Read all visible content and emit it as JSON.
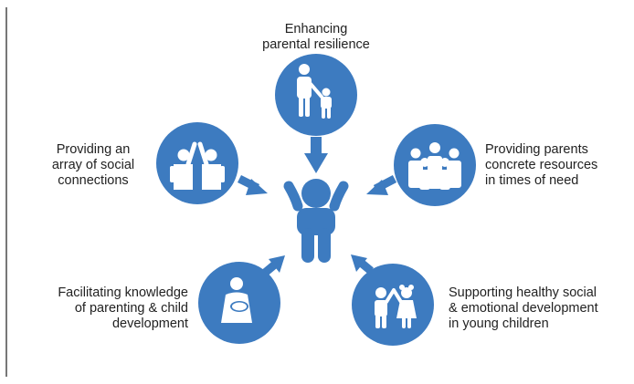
{
  "colors": {
    "accent": "#3d7bc0",
    "text": "#222222",
    "rule": "#777777"
  },
  "center": {
    "icon": "child-arms-raised-icon"
  },
  "factors": [
    {
      "id": "top",
      "icon": "parent-and-child-icon",
      "lines": [
        "Enhancing",
        "parental resilience"
      ]
    },
    {
      "id": "upper-right",
      "icon": "group-of-people-icon",
      "lines": [
        "Providing parents",
        "concrete resources",
        "in times of need"
      ]
    },
    {
      "id": "lower-right",
      "icon": "two-children-holding-hands-icon",
      "lines": [
        "Supporting healthy social",
        "& emotional development",
        "in young children"
      ]
    },
    {
      "id": "lower-left",
      "icon": "mother-holding-baby-icon",
      "lines": [
        "Facilitating knowledge",
        "of parenting & child",
        "development"
      ]
    },
    {
      "id": "upper-left",
      "icon": "high-five-people-icon",
      "lines": [
        "Providing an",
        "array of social",
        "connections"
      ]
    }
  ]
}
